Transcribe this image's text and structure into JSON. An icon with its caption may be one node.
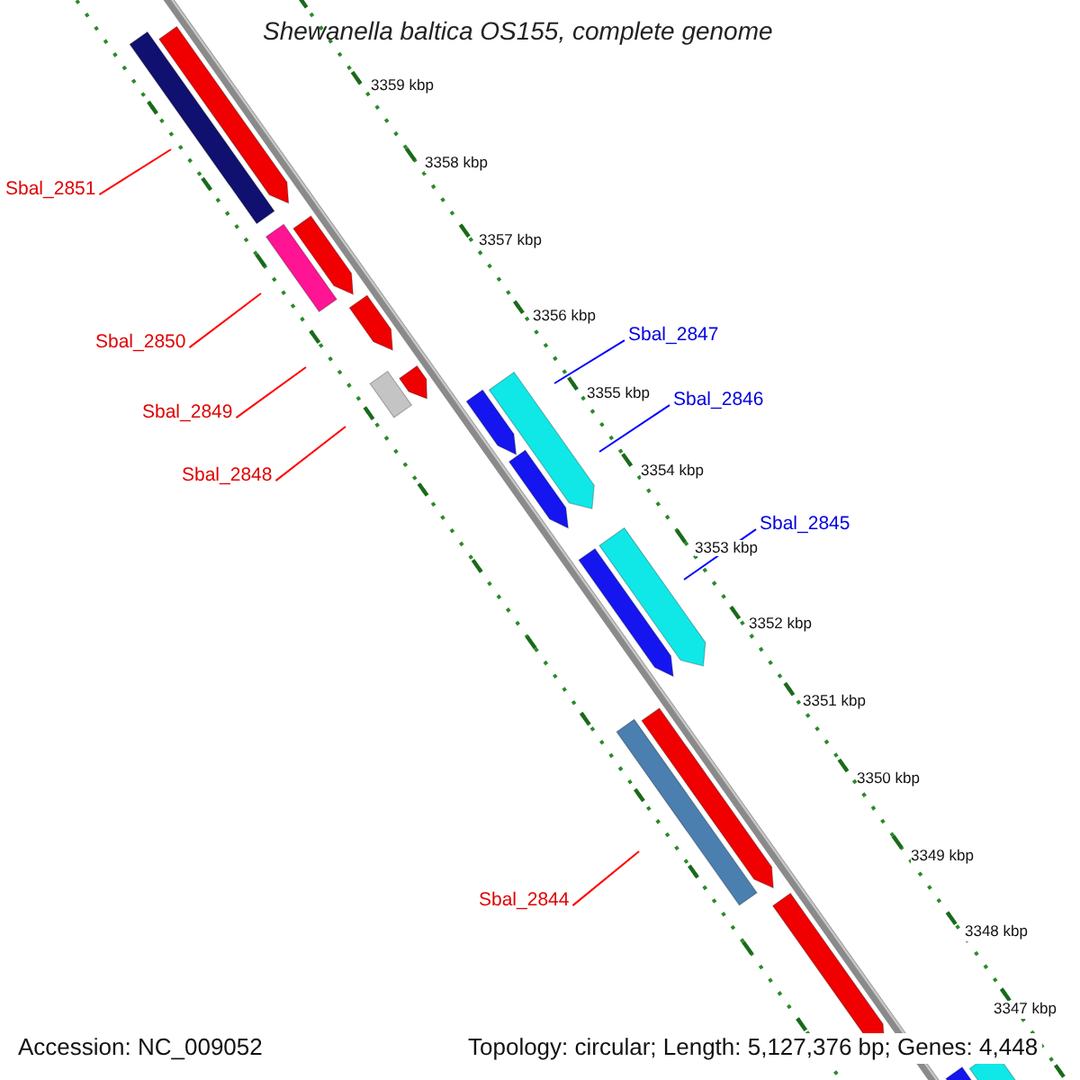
{
  "diagram": {
    "title": "Shewanella baltica OS155, complete genome",
    "nodes": [
      {
        "text": [
          "Sbal_2851"
        ]
      },
      {
        "text": [
          "Sbal_2850"
        ]
      },
      {
        "text": [
          "Sbal_2849"
        ]
      },
      {
        "text": [
          "Sbal_2848"
        ]
      },
      {
        "text": [
          "Sbal_2847"
        ]
      },
      {
        "text": [
          "Sbal_2846"
        ]
      },
      {
        "text": [
          "Sbal_2845"
        ]
      },
      {
        "text": [
          "Sbal_2844"
        ]
      }
    ],
    "edges": [
      {
        "from": 0,
        "to": null,
        "arrow": "none"
      },
      {
        "from": 1,
        "to": null,
        "arrow": "none"
      },
      {
        "from": 2,
        "to": null,
        "arrow": "none"
      },
      {
        "from": 3,
        "to": null,
        "arrow": "none"
      },
      {
        "from": 4,
        "to": null,
        "arrow": "none",
        "color": "#0000ff"
      },
      {
        "from": 5,
        "to": null,
        "arrow": "none",
        "color": "#0000ff"
      },
      {
        "from": 6,
        "to": null,
        "arrow": "none",
        "color": "#0000ff"
      },
      {
        "from": 7,
        "to": null,
        "arrow": "none"
      }
    ],
    "labels": [
      "3359 kbp",
      "3358 kbp",
      "3357 kbp",
      "3356 kbp",
      "3355 kbp",
      "3354 kbp",
      "3353 kbp",
      "3352 kbp",
      "3351 kbp",
      "3350 kbp",
      "3349 kbp",
      "3348 kbp",
      "3347 kbp",
      "Accession: NC_009052",
      "Topology: circular; Length: 5,127,376 bp; Genes: 4,448"
    ]
  }
}
